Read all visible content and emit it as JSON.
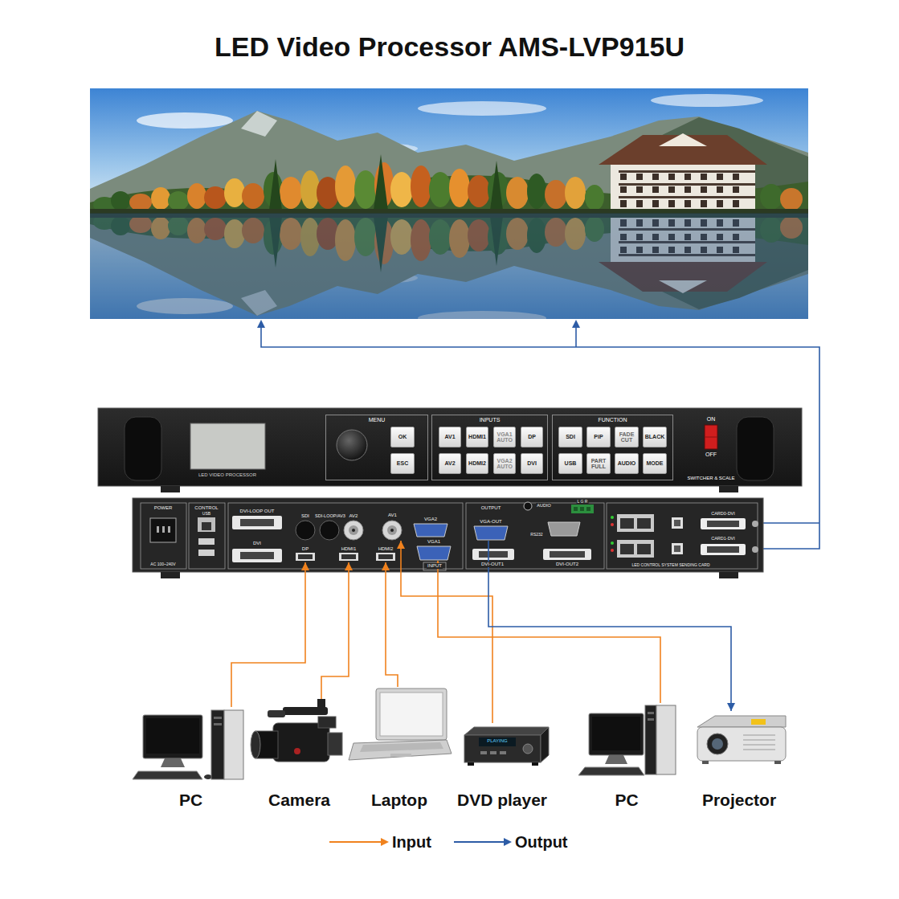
{
  "diagram": {
    "title": "LED Video Processor AMS-LVP915U",
    "nodes": [
      {
        "text": [
          "MENU"
        ]
      },
      {
        "text": [
          "OK"
        ],
        "in": 0
      },
      {
        "text": [
          "ESC"
        ],
        "in": 0
      },
      {
        "text": [
          "INPUTS"
        ]
      },
      {
        "text": [
          "AV1"
        ],
        "in": 3
      },
      {
        "text": [
          "HDMI1"
        ],
        "in": 3
      },
      {
        "text": [
          "VGA1 AUTO"
        ],
        "in": 3
      },
      {
        "text": [
          "DP"
        ],
        "in": 3
      },
      {
        "text": [
          "AV2"
        ],
        "in": 3
      },
      {
        "text": [
          "HDMI2"
        ],
        "in": 3
      },
      {
        "text": [
          "VGA2 AUTO"
        ],
        "in": 3
      },
      {
        "text": [
          "DVI"
        ],
        "in": 3
      },
      {
        "text": [
          "FUNCTION"
        ]
      },
      {
        "text": [
          "SDI"
        ],
        "in": 12
      },
      {
        "text": [
          "PiP"
        ],
        "in": 12
      },
      {
        "text": [
          "FADE CUT"
        ],
        "in": 12
      },
      {
        "text": [
          "BLACK"
        ],
        "in": 12
      },
      {
        "text": [
          "USB"
        ],
        "in": 12
      },
      {
        "text": [
          "PART FULL"
        ],
        "in": 12
      },
      {
        "text": [
          "AUDIO"
        ],
        "in": 12
      },
      {
        "text": [
          "MODE"
        ],
        "in": 12
      },
      {
        "text": [
          "AV1"
        ]
      },
      {
        "text": [
          "DP"
        ]
      },
      {
        "text": [
          "HDMI1"
        ]
      },
      {
        "text": [
          "HDMI2"
        ]
      },
      {
        "text": [
          "VGA1"
        ]
      },
      {
        "text": [
          "VGA-OUT"
        ]
      },
      {
        "text": [
          "PC"
        ]
      },
      {
        "text": [
          "Camera"
        ]
      },
      {
        "text": [
          "Laptop"
        ]
      },
      {
        "text": [
          "DVD player"
        ]
      },
      {
        "text": [
          "PC"
        ]
      },
      {
        "text": [
          "Projector"
        ]
      }
    ],
    "edges": [
      {
        "from": 27,
        "to": 22,
        "arrow": "to"
      },
      {
        "from": 28,
        "to": 23,
        "arrow": "to"
      },
      {
        "from": 29,
        "to": 24,
        "arrow": "to"
      },
      {
        "from": 30,
        "to": 21,
        "arrow": "to"
      },
      {
        "from": 31,
        "to": 25,
        "arrow": "to"
      },
      {
        "from": 26,
        "to": 32,
        "arrow": "to"
      }
    ],
    "labels": [
      "LED VIDEO PROCESSOR",
      "ON",
      "OFF",
      "SWITCHER & SCALE",
      "POWER",
      "CONTROL",
      "USB",
      "AC 100~240V",
      "DVI-LOOP OUT",
      "DVI",
      "SDI",
      "SDI-LOOP/AV3",
      "AV2",
      "VGA2",
      "INPUT",
      "OUTPUT",
      "AUDIO",
      "L G R",
      "RS232",
      "DVI-OUT1",
      "DVI-OUT2",
      "CARD0-DVI",
      "CARD1-DVI",
      "LED CONTROL SYSTEM SENDING CARD",
      "PLAYING"
    ],
    "legend": [
      {
        "text": "Input"
      },
      {
        "text": "Output"
      }
    ]
  }
}
